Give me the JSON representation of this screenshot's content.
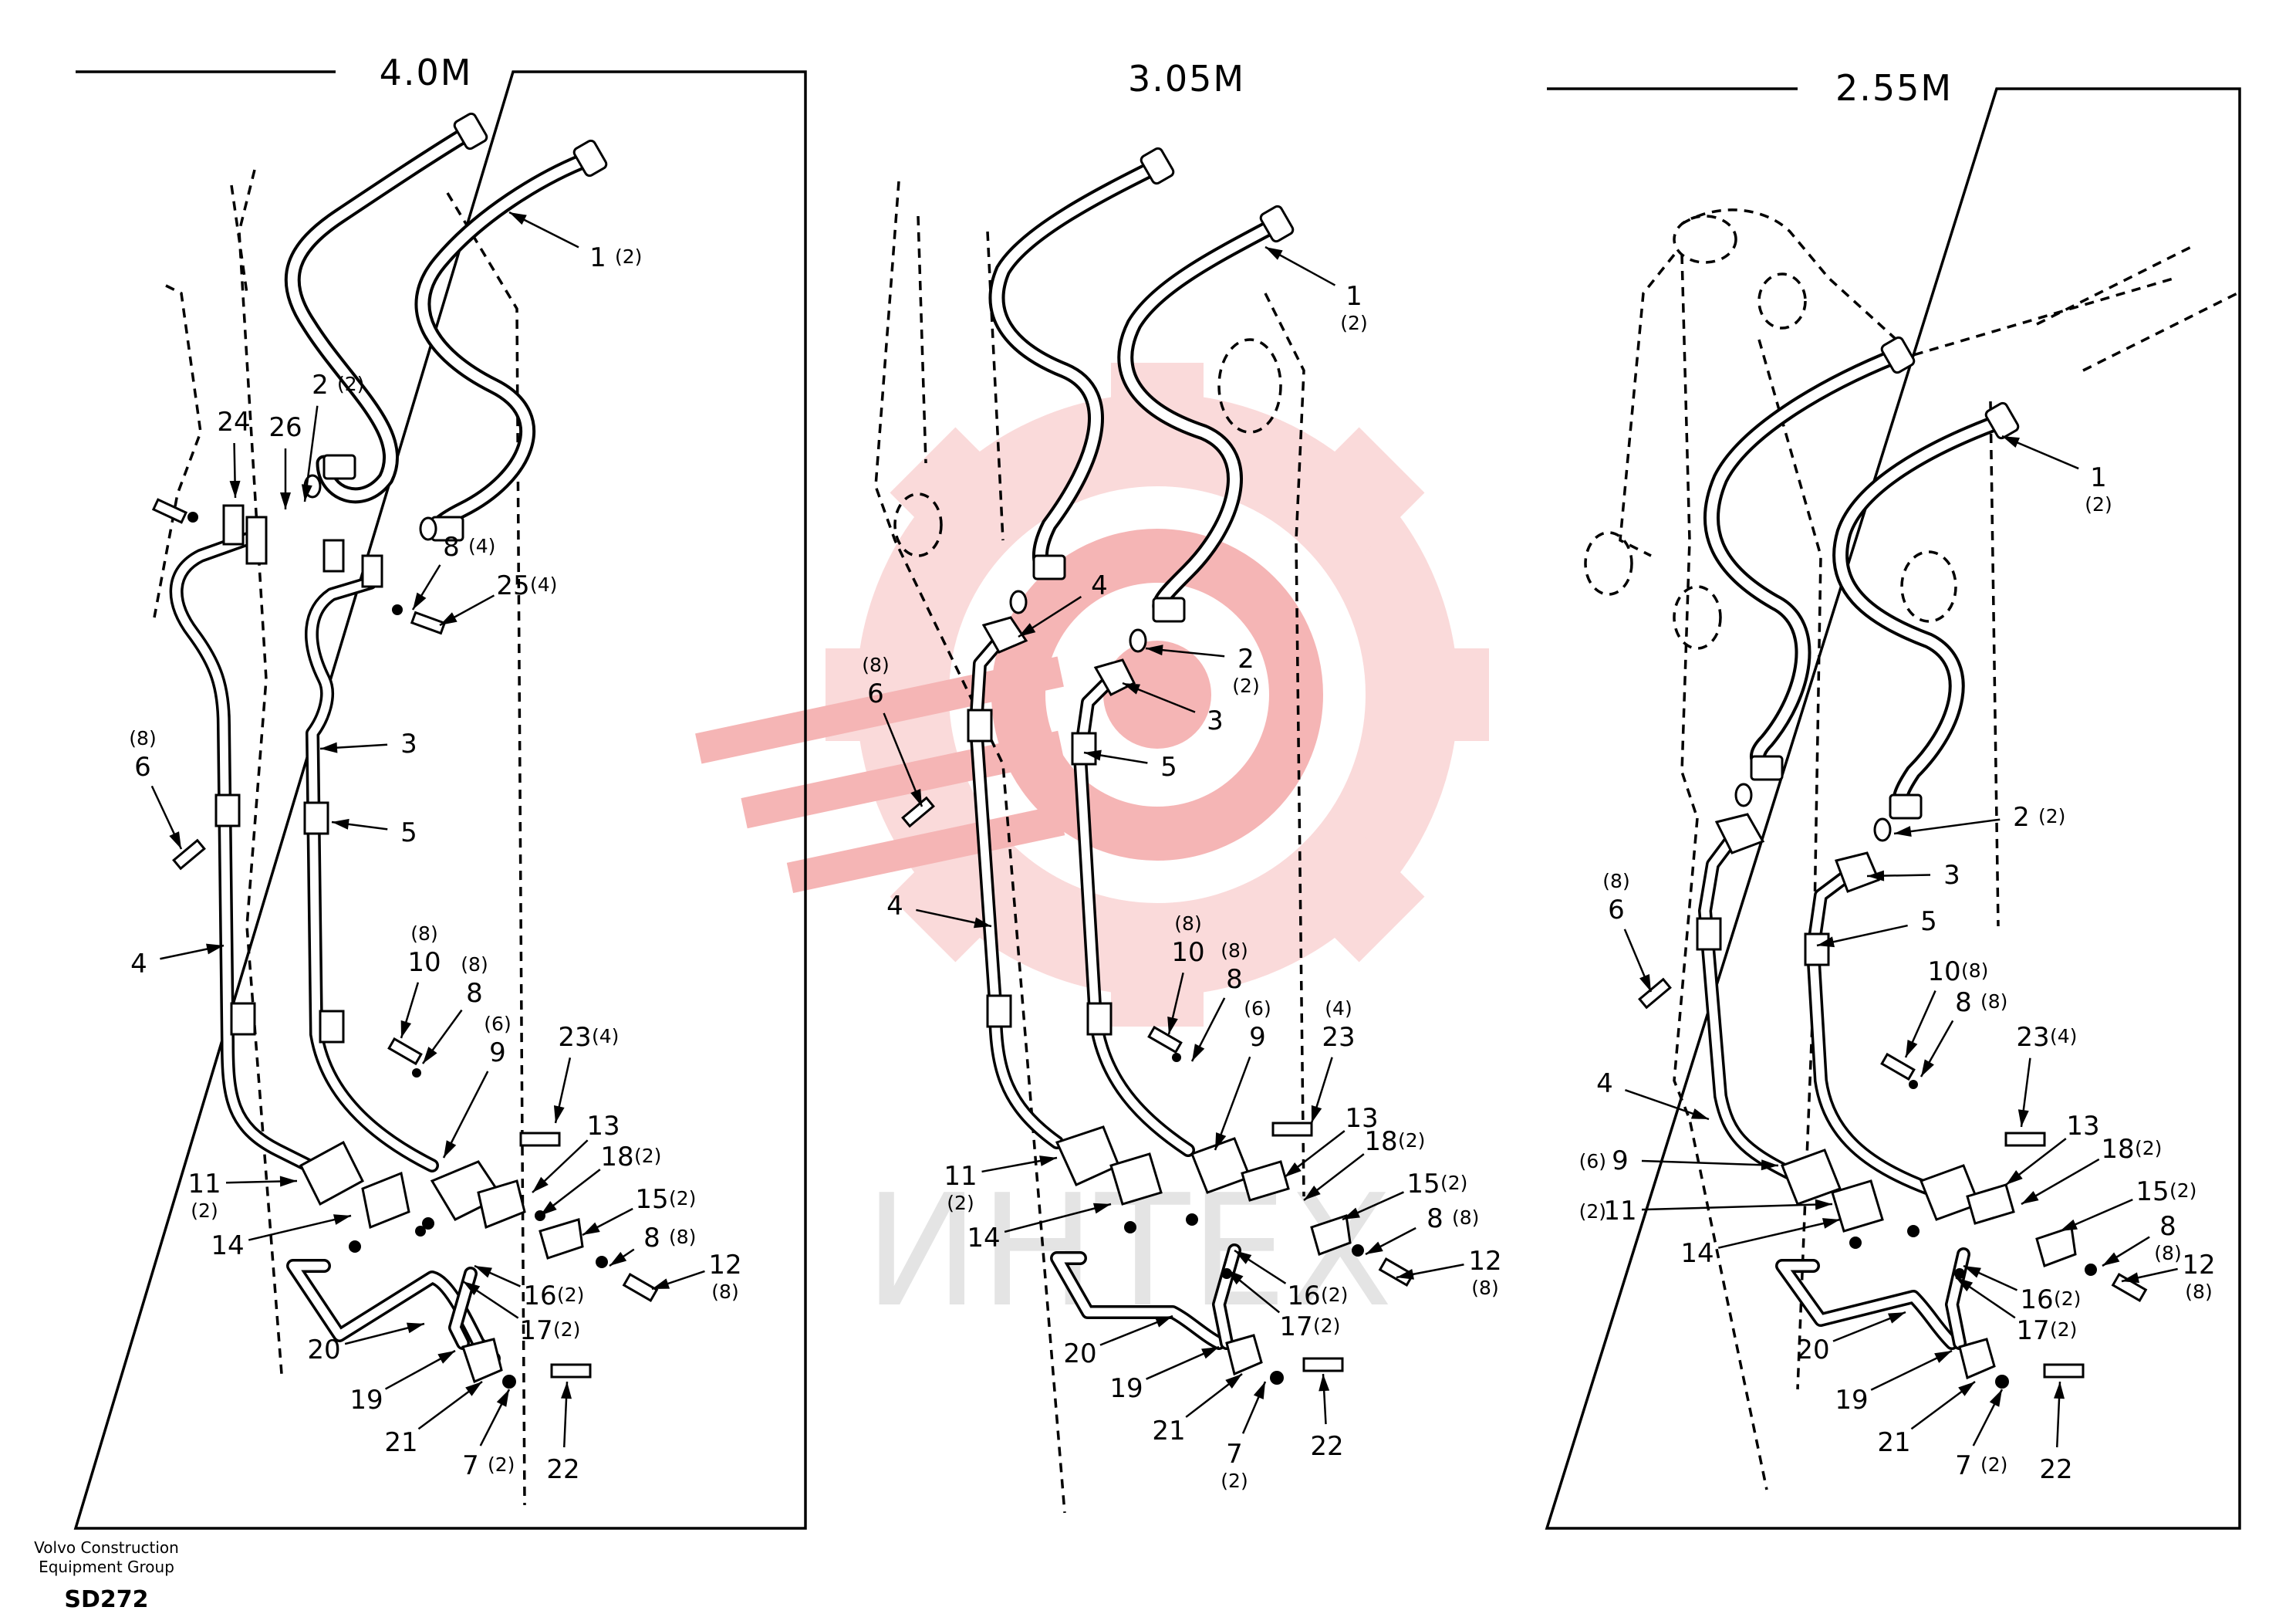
{
  "panels": [
    {
      "id": "left",
      "title": "4.0M",
      "labels": [
        {
          "id": "l1",
          "num": "1",
          "count": "(2)"
        },
        {
          "id": "l2",
          "num": "2",
          "count": "(2)"
        },
        {
          "id": "l24",
          "num": "24",
          "count": ""
        },
        {
          "id": "l26",
          "num": "26",
          "count": ""
        },
        {
          "id": "l8a",
          "num": "8",
          "count": "(4)"
        },
        {
          "id": "l25",
          "num": "25",
          "count": "(4)"
        },
        {
          "id": "l3",
          "num": "3",
          "count": ""
        },
        {
          "id": "l6",
          "num": "6",
          "count": "(8)"
        },
        {
          "id": "l5",
          "num": "5",
          "count": ""
        },
        {
          "id": "l4",
          "num": "4",
          "count": ""
        },
        {
          "id": "l10",
          "num": "10",
          "count": "(8)"
        },
        {
          "id": "l8b",
          "num": "8",
          "count": "(8)"
        },
        {
          "id": "l9",
          "num": "9",
          "count": "(6)"
        },
        {
          "id": "l23",
          "num": "23",
          "count": "(4)"
        },
        {
          "id": "l13",
          "num": "13",
          "count": ""
        },
        {
          "id": "l18",
          "num": "18",
          "count": "(2)"
        },
        {
          "id": "l11",
          "num": "11",
          "count": "(2)"
        },
        {
          "id": "l15",
          "num": "15",
          "count": "(2)"
        },
        {
          "id": "l14",
          "num": "14",
          "count": ""
        },
        {
          "id": "l8c",
          "num": "8",
          "count": "(8)"
        },
        {
          "id": "l12",
          "num": "12",
          "count": "(8)"
        },
        {
          "id": "l16",
          "num": "16",
          "count": "(2)"
        },
        {
          "id": "l17",
          "num": "17",
          "count": "(2)"
        },
        {
          "id": "l20",
          "num": "20",
          "count": ""
        },
        {
          "id": "l19",
          "num": "19",
          "count": ""
        },
        {
          "id": "l21",
          "num": "21",
          "count": ""
        },
        {
          "id": "l7",
          "num": "7",
          "count": "(2)"
        },
        {
          "id": "l22",
          "num": "22",
          "count": ""
        }
      ]
    },
    {
      "id": "middle",
      "title": "3.05M",
      "labels": [
        {
          "id": "m1",
          "num": "1",
          "count": "(2)"
        },
        {
          "id": "m4a",
          "num": "4",
          "count": ""
        },
        {
          "id": "m2",
          "num": "2",
          "count": "(2)"
        },
        {
          "id": "m6",
          "num": "6",
          "count": "(8)"
        },
        {
          "id": "m3",
          "num": "3",
          "count": ""
        },
        {
          "id": "m5",
          "num": "5",
          "count": ""
        },
        {
          "id": "m4b",
          "num": "4",
          "count": ""
        },
        {
          "id": "m10",
          "num": "10",
          "count": "(8)"
        },
        {
          "id": "m8a",
          "num": "8",
          "count": "(8)"
        },
        {
          "id": "m9",
          "num": "9",
          "count": "(6)"
        },
        {
          "id": "m23",
          "num": "23",
          "count": "(4)"
        },
        {
          "id": "m13",
          "num": "13",
          "count": ""
        },
        {
          "id": "m18",
          "num": "18",
          "count": "(2)"
        },
        {
          "id": "m11",
          "num": "11",
          "count": "(2)"
        },
        {
          "id": "m15",
          "num": "15",
          "count": "(2)"
        },
        {
          "id": "m14",
          "num": "14",
          "count": ""
        },
        {
          "id": "m8b",
          "num": "8",
          "count": "(8)"
        },
        {
          "id": "m12",
          "num": "12",
          "count": "(8)"
        },
        {
          "id": "m16",
          "num": "16",
          "count": "(2)"
        },
        {
          "id": "m17",
          "num": "17",
          "count": "(2)"
        },
        {
          "id": "m20",
          "num": "20",
          "count": ""
        },
        {
          "id": "m19",
          "num": "19",
          "count": ""
        },
        {
          "id": "m21",
          "num": "21",
          "count": ""
        },
        {
          "id": "m7",
          "num": "7",
          "count": "(2)"
        },
        {
          "id": "m22",
          "num": "22",
          "count": ""
        }
      ]
    },
    {
      "id": "right",
      "title": "2.55M",
      "labels": [
        {
          "id": "r1",
          "num": "1",
          "count": "(2)"
        },
        {
          "id": "r2",
          "num": "2",
          "count": "(2)"
        },
        {
          "id": "r3",
          "num": "3",
          "count": ""
        },
        {
          "id": "r6",
          "num": "6",
          "count": "(8)"
        },
        {
          "id": "r5",
          "num": "5",
          "count": ""
        },
        {
          "id": "r10",
          "num": "10",
          "count": "(8)"
        },
        {
          "id": "r8a",
          "num": "8",
          "count": "(8)"
        },
        {
          "id": "r23",
          "num": "23",
          "count": "(4)"
        },
        {
          "id": "r4",
          "num": "4",
          "count": ""
        },
        {
          "id": "r13",
          "num": "13",
          "count": ""
        },
        {
          "id": "r9",
          "num": "9",
          "count": "(6)"
        },
        {
          "id": "r18",
          "num": "18",
          "count": "(2)"
        },
        {
          "id": "r11",
          "num": "11",
          "count": "(2)"
        },
        {
          "id": "r15",
          "num": "15",
          "count": "(2)"
        },
        {
          "id": "r14",
          "num": "14",
          "count": ""
        },
        {
          "id": "r8b",
          "num": "8",
          "count": "(8)"
        },
        {
          "id": "r12",
          "num": "12",
          "count": "(8)"
        },
        {
          "id": "r16",
          "num": "16",
          "count": "(2)"
        },
        {
          "id": "r17",
          "num": "17",
          "count": "(2)"
        },
        {
          "id": "r20",
          "num": "20",
          "count": ""
        },
        {
          "id": "r19",
          "num": "19",
          "count": ""
        },
        {
          "id": "r21",
          "num": "21",
          "count": ""
        },
        {
          "id": "r7",
          "num": "7",
          "count": "(2)"
        },
        {
          "id": "r22",
          "num": "22",
          "count": ""
        }
      ]
    }
  ],
  "footer": {
    "company_line1": "Volvo Construction",
    "company_line2": "Equipment Group",
    "code": "SD272"
  },
  "watermark": {
    "color": "#f4a6a6",
    "text": "ИНТЕХ"
  }
}
